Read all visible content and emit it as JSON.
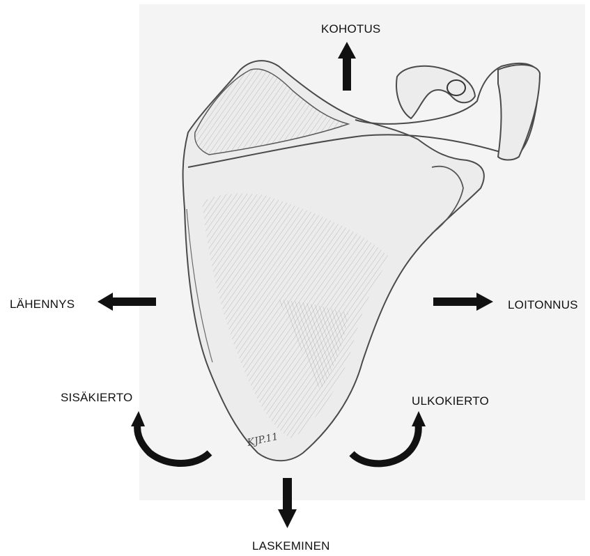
{
  "labels": {
    "elevation": "KOHOTUS",
    "adduction": "LÄHENNYS",
    "abduction": "LOITONNUS",
    "internal_rotation": "SISÄKIERTO",
    "external_rotation": "ULKOKIERTO",
    "depression": "LASKEMINEN"
  },
  "illustration": {
    "subject": "scapula pencil sketch",
    "signature": "KJP.11"
  },
  "colors": {
    "arrow": "#111111",
    "sketch_line": "#4a4a4a",
    "shading": "#9a9a9a",
    "paper": "#f4f4f4"
  },
  "icons": [
    "arrow-up-icon",
    "arrow-left-icon",
    "arrow-right-icon",
    "arrow-down-icon",
    "rotate-counterclockwise-icon",
    "rotate-clockwise-icon"
  ]
}
